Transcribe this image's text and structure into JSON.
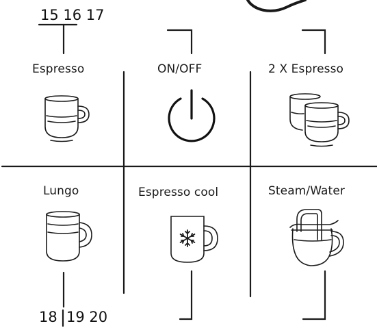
{
  "callouts": {
    "top": "15 16 17",
    "bottom_a": "18",
    "bottom_b": "19 20"
  },
  "buttons": [
    {
      "key": "espresso",
      "label": "Espresso"
    },
    {
      "key": "on_off",
      "label": "ON/OFF"
    },
    {
      "key": "double_espresso",
      "label": "2 X Espresso"
    },
    {
      "key": "lungo",
      "label": "Lungo"
    },
    {
      "key": "espresso_cool",
      "label": "Espresso cool"
    },
    {
      "key": "steam_water",
      "label": "Steam/Water"
    }
  ],
  "icons": {
    "espresso": "espresso-cup-icon",
    "on_off": "power-icon",
    "double_espresso": "double-espresso-cups-icon",
    "lungo": "lungo-mug-icon",
    "espresso_cool": "snowflake-mug-icon",
    "steam_water": "milk-jug-steam-icon"
  },
  "colors": {
    "line": "#1a1a1a",
    "background": "#ffffff"
  }
}
